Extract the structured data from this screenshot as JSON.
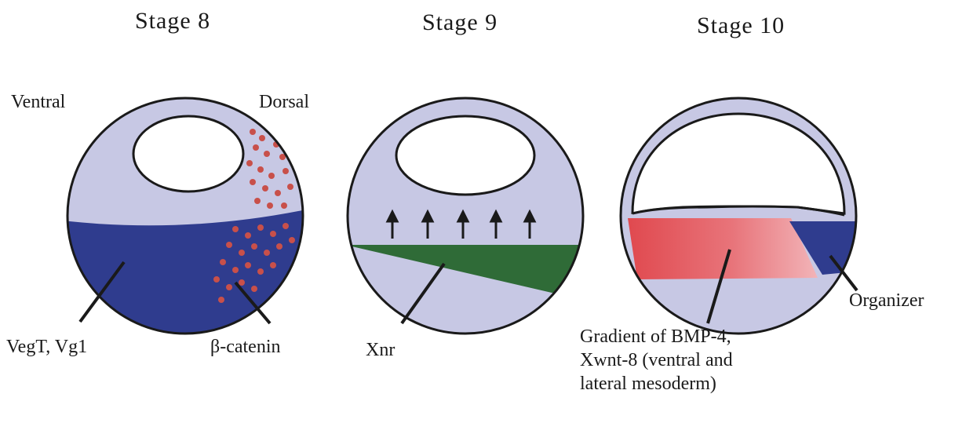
{
  "stages": [
    {
      "title": "Stage 8"
    },
    {
      "title": "Stage 9"
    },
    {
      "title": "Stage 10"
    }
  ],
  "labels": {
    "ventral": "Ventral",
    "dorsal": "Dorsal",
    "vegt_vg1": "VegT, Vg1",
    "beta_catenin": "β-catenin",
    "xnr": "Xnr",
    "organizer": "Organizer",
    "gradient_lines": [
      "Gradient of BMP-4,",
      "Xwnt-8 (ventral and",
      "lateral mesoderm)"
    ]
  },
  "colors": {
    "embryo_fill": "#c7c8e4",
    "vegetal_blue": "#2f3c8e",
    "beta_catenin_dots": "#c8504a",
    "xnr_green": "#2f6b37",
    "bmp_red": "#e0494f",
    "organizer_blue": "#2f3c8e",
    "outline": "#1a1a1a"
  },
  "icons": {
    "arrows": "up-arrow-icon"
  }
}
